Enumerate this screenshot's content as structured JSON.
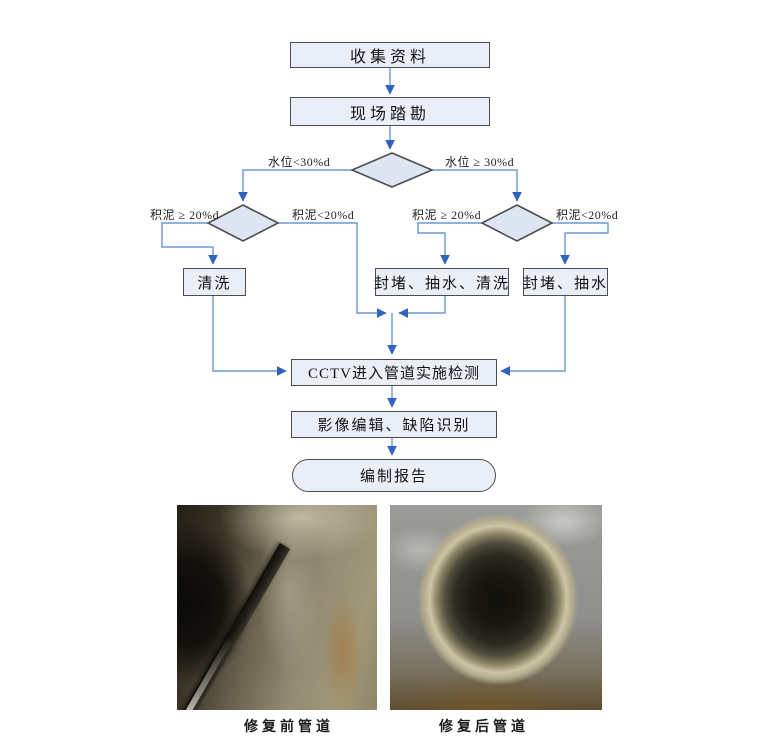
{
  "flowchart": {
    "nodes": {
      "collect": "收集资料",
      "survey": "现场踏勘",
      "clean": "清洗",
      "block_pump_clean": "封堵、抽水、清洗",
      "block_pump": "封堵、抽水",
      "cctv": "CCTV进入管道实施检测",
      "image_edit": "影像编辑、缺陷识别",
      "report": "编制报告"
    },
    "edge_labels": {
      "water_low": "水位<30%d",
      "water_high": "水位 ≥ 30%d",
      "silt_high_left": "积泥 ≥ 20%d",
      "silt_low_left": "积泥<20%d",
      "silt_high_right": "积泥 ≥ 20%d",
      "silt_low_right": "积泥<20%d"
    },
    "colors": {
      "node_fill": "#eaeef7",
      "node_border": "#4d4d4d",
      "diamond_fill": "#dde5f3",
      "connector": "#6b96d6",
      "arrow": "#2e63c0"
    }
  },
  "photos": {
    "before": {
      "caption": "修复前管道"
    },
    "after": {
      "caption": "修复后管道"
    }
  }
}
